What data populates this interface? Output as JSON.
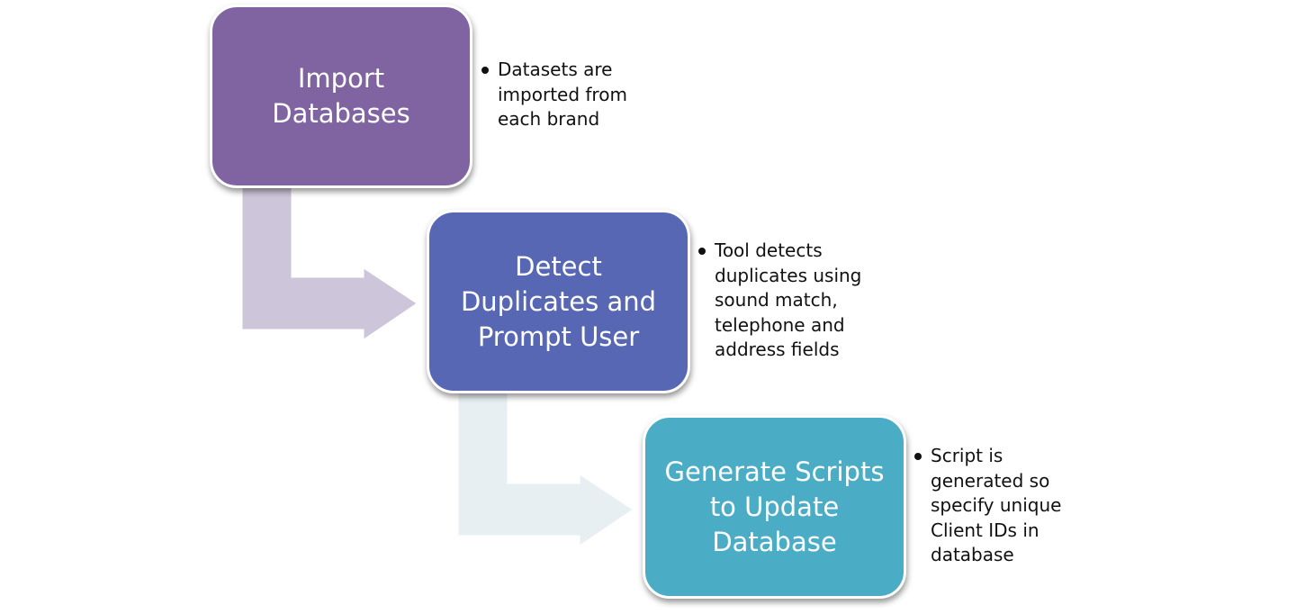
{
  "colors": {
    "step_1": "#8064A2",
    "step_2": "#5767B4",
    "step_3": "#4BACC6",
    "arrow_1": "#CDC5DA",
    "arrow_2": "#E8EFF3"
  },
  "steps": [
    {
      "title_lines": [
        "Import",
        "Databases"
      ],
      "bullet_lines": [
        "Datasets are",
        "imported from",
        "each brand"
      ]
    },
    {
      "title_lines": [
        "Detect",
        "Duplicates and",
        "Prompt User"
      ],
      "bullet_lines": [
        "Tool detects",
        "duplicates using",
        "sound match,",
        "telephone and",
        "address fields"
      ]
    },
    {
      "title_lines": [
        "Generate Scripts",
        "to Update",
        "Database"
      ],
      "bullet_lines": [
        "Script is",
        "generated so",
        "specify unique",
        "Client IDs in",
        "database"
      ]
    }
  ]
}
